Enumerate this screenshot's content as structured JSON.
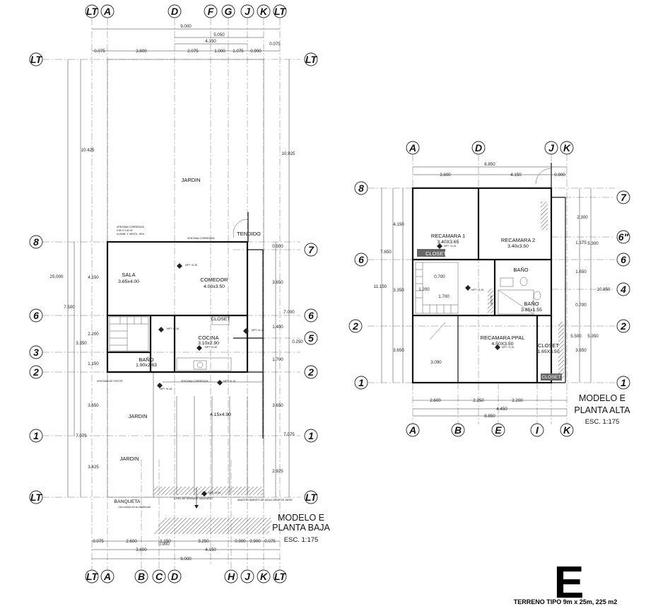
{
  "ground_floor": {
    "axes_top": [
      "LT",
      "A",
      "D",
      "F",
      "G",
      "J",
      "K",
      "LT"
    ],
    "axes_bottom": [
      "LT",
      "A",
      "B",
      "C",
      "D",
      "H",
      "J",
      "K",
      "LT"
    ],
    "axes_left": [
      "LT",
      "8",
      "6",
      "3",
      "2",
      "1",
      "LT"
    ],
    "axes_right": [
      "LT",
      "7",
      "6",
      "5",
      "2",
      "1",
      "LT"
    ],
    "dims_top": [
      "9.000",
      "5.050",
      "4.150",
      "0.075",
      "3.800",
      "2.075",
      "1.000",
      "1.075",
      "0.900",
      "0.075"
    ],
    "dims_bottom": [
      "0.075",
      "2.600",
      "1.150",
      "3.250",
      "0.900",
      "0.900",
      "0.075",
      "3.800",
      "0.900",
      "4.150",
      "9.000"
    ],
    "dims_left": [
      "10.425",
      "25.000",
      "7.500",
      "4.150",
      "3.350",
      "2.200",
      "1.150",
      "3.650",
      "7.075",
      "3.425"
    ],
    "dims_right": [
      "10.925",
      "0.500",
      "3.650",
      "7.000",
      "1.400",
      "0.250",
      "1.700",
      "3.650",
      "7.075",
      "2.925"
    ],
    "rooms": {
      "jardin_top": "JARDIN",
      "tendido": "TENDIDO",
      "sala": "SALA",
      "sala_size": "3.65x4.00",
      "comedor": "COMEDOR",
      "comedor_size": "4.00x3.50",
      "cocina": "COCINA",
      "cocina_size": "3.10x2.90",
      "bano": "BAÑO",
      "bano_size": "1.90x2.63",
      "closet": "CLOSET",
      "jardin_mid": "JARDIN",
      "jardin_low": "JARDIN",
      "cochera_size": "4.15x4.90",
      "banqueta": "BANQUETA",
      "banqueta_note": "Uso común en la residencial"
    },
    "levels": [
      "NPT +0.30",
      "NPT +0.30",
      "NPT +0.30",
      "NPT +0.15",
      "NPT +0.15",
      "NPT +0.10",
      "NPT +0.00"
    ],
    "notes": [
      "VENTANA CORREDIZA",
      "0.80 X 0.40 M",
      "ILUMIN. Y VENTIL. 50%",
      "VENTANA DE PIVOTE",
      "A RED DE DRENAJE SANITARIO",
      "ABASTECIMIENTO DE AGUA VIENE DE JAPAY"
    ],
    "title_line1": "MODELO E",
    "title_line2": "PLANTA BAJA",
    "scale": "ESC. 1:175"
  },
  "upper_floor": {
    "axes_top": [
      "A",
      "D",
      "J",
      "K"
    ],
    "axes_bottom": [
      "A",
      "B",
      "E",
      "I",
      "K"
    ],
    "axes_left": [
      "8",
      "6",
      "2",
      "1"
    ],
    "axes_right": [
      "7",
      "6\"",
      "6",
      "4",
      "2",
      "1"
    ],
    "dims_top": [
      "8.850",
      "3.800",
      "4.150",
      "0.900"
    ],
    "dims_bottom": [
      "2.600",
      "2.250",
      "2.200",
      "4.450",
      "8.850"
    ],
    "dims_left": [
      "4.150",
      "7.650",
      "11.150",
      "3.350",
      "1.200",
      "3.650",
      "3.090",
      "0.700",
      "1.700"
    ],
    "dims_right": [
      "2.300",
      "1.375",
      "5.300",
      "1.650",
      "10.850",
      "0.700",
      "5.500",
      "5.350",
      "3.650"
    ],
    "rooms": {
      "recamara1": "RECAMARA 1",
      "recamara1_size": "3.40X3.65",
      "recamara2": "RECAMARA 2",
      "recamara2_size": "3.40x3.50",
      "closet1": "CLOSET",
      "bano1": "BAÑO",
      "bano2": "BAÑO",
      "bano2_size": "3.85x1.55",
      "closet2": "CLOSET",
      "ppal": "RECAMARA PPAL",
      "ppal_size": "4.50X3.50",
      "closet3": "CLOSET",
      "closet3_size": "1.65X3.50",
      "closet4": "CLOSET"
    },
    "levels": [
      "NPT +3.15",
      "NPT +3.15",
      "NPT +3.15"
    ],
    "title_line1": "MODELO E",
    "title_line2": "PLANTA ALTA",
    "scale": "ESC. 1:175"
  },
  "badge": {
    "letter": "E",
    "caption": "TERRENO TIPO 9m x 25m, 225 m2"
  }
}
